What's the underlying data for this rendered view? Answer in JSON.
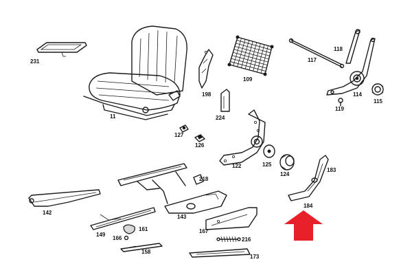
{
  "accent_color": "#e8202a",
  "callout": {
    "direction": "up",
    "icon": "red-arrow-up-icon"
  },
  "parts": [
    {
      "id": "p231",
      "label": "231",
      "icon": "seat-tray-icon"
    },
    {
      "id": "p11",
      "label": "11",
      "icon": "seat-assembly-icon"
    },
    {
      "id": "p198",
      "label": "198",
      "icon": "side-bracket-icon"
    },
    {
      "id": "p109",
      "label": "109",
      "icon": "net-pocket-icon"
    },
    {
      "id": "p117",
      "label": "117",
      "icon": "rod-icon"
    },
    {
      "id": "p118",
      "label": "118",
      "icon": "hinge-lever-icon"
    },
    {
      "id": "p114",
      "label": "114",
      "icon": "recliner-hinge-icon"
    },
    {
      "id": "p115",
      "label": "115",
      "icon": "adjustment-knob-icon"
    },
    {
      "id": "p119",
      "label": "119",
      "icon": "screw-icon"
    },
    {
      "id": "p224",
      "label": "224",
      "icon": "clip-icon"
    },
    {
      "id": "p127",
      "label": "127",
      "icon": "clip-icon"
    },
    {
      "id": "p126",
      "label": "126",
      "icon": "clip-icon"
    },
    {
      "id": "p122",
      "label": "122",
      "icon": "hinge-plate-icon"
    },
    {
      "id": "p125",
      "label": "125",
      "icon": "washer-icon"
    },
    {
      "id": "p124",
      "label": "124",
      "icon": "knob-icon"
    },
    {
      "id": "p183",
      "label": "183",
      "icon": "hinge-cover-icon"
    },
    {
      "id": "p184",
      "label": "184",
      "icon": "hinge-cover-icon"
    },
    {
      "id": "p218",
      "label": "218",
      "icon": "clip-icon"
    },
    {
      "id": "p142",
      "label": "142",
      "icon": "slide-rail-icon"
    },
    {
      "id": "p143",
      "label": "143",
      "icon": "side-trim-panel-icon"
    },
    {
      "id": "p149",
      "label": "149",
      "icon": "slide-rail-icon"
    },
    {
      "id": "p161",
      "label": "161",
      "icon": "handle-icon"
    },
    {
      "id": "p166",
      "label": "166",
      "icon": "screw-icon"
    },
    {
      "id": "p167",
      "label": "167",
      "icon": "side-trim-panel-icon"
    },
    {
      "id": "p216",
      "label": "216",
      "icon": "spring-icon"
    },
    {
      "id": "p158",
      "label": "158",
      "icon": "trim-strip-icon"
    },
    {
      "id": "p173",
      "label": "173",
      "icon": "trim-strip-icon"
    }
  ]
}
